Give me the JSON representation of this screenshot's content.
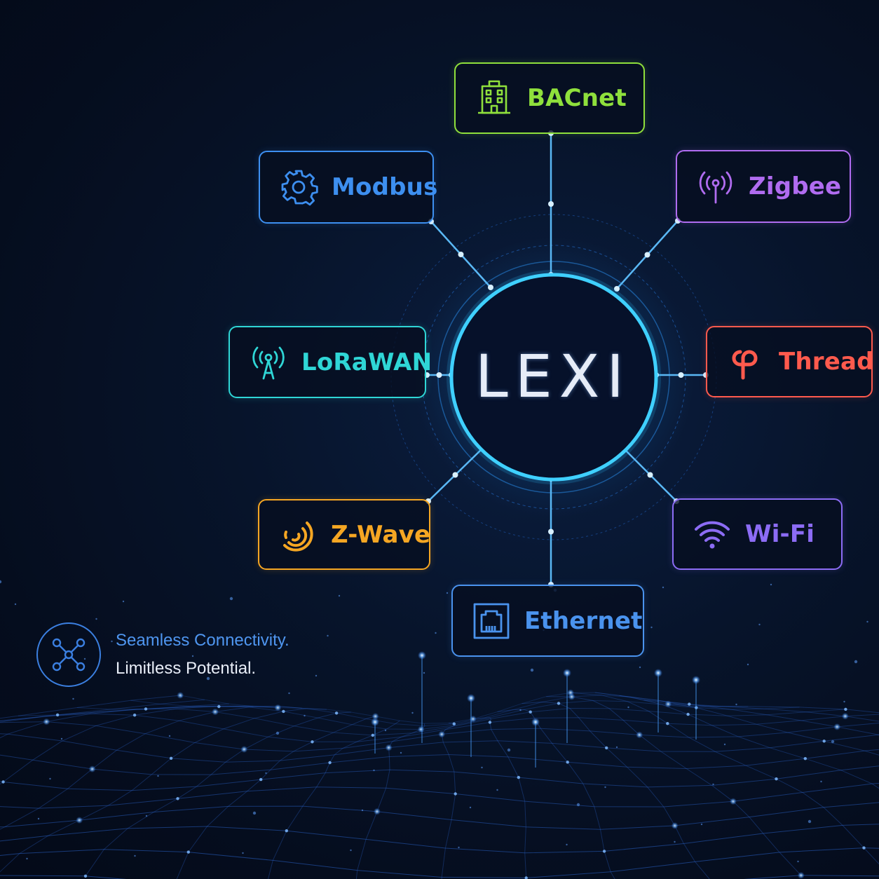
{
  "hub": {
    "label": "LEXI",
    "ring_color": "#2fc3ff"
  },
  "protocols": [
    {
      "id": "bacnet",
      "label": "BACnet",
      "color": "#8fe03c",
      "icon": "building-icon"
    },
    {
      "id": "modbus",
      "label": "Modbus",
      "color": "#3d8ff0",
      "icon": "gear-icon"
    },
    {
      "id": "zigbee",
      "label": "Zigbee",
      "color": "#b06cf0",
      "icon": "broadcast-antenna-icon"
    },
    {
      "id": "lorawan",
      "label": "LoRaWAN",
      "color": "#2fd6d6",
      "icon": "radio-tower-icon"
    },
    {
      "id": "thread",
      "label": "Thread",
      "color": "#ff5a4d",
      "icon": "thread-logo-icon"
    },
    {
      "id": "zwave",
      "label": "Z-Wave",
      "color": "#f5a623",
      "icon": "zwave-signal-icon"
    },
    {
      "id": "wifi",
      "label": "Wi-Fi",
      "color": "#8c6cf5",
      "icon": "wifi-icon"
    },
    {
      "id": "ethernet",
      "label": "Ethernet",
      "color": "#4a93ee",
      "icon": "ethernet-port-icon"
    }
  ],
  "tagline": {
    "line1": "Seamless Connectivity.",
    "line2": "Limitless Potential.",
    "icon": "network-nodes-icon",
    "line1_color": "#4f96f0",
    "line2_color": "#e9eef8"
  }
}
